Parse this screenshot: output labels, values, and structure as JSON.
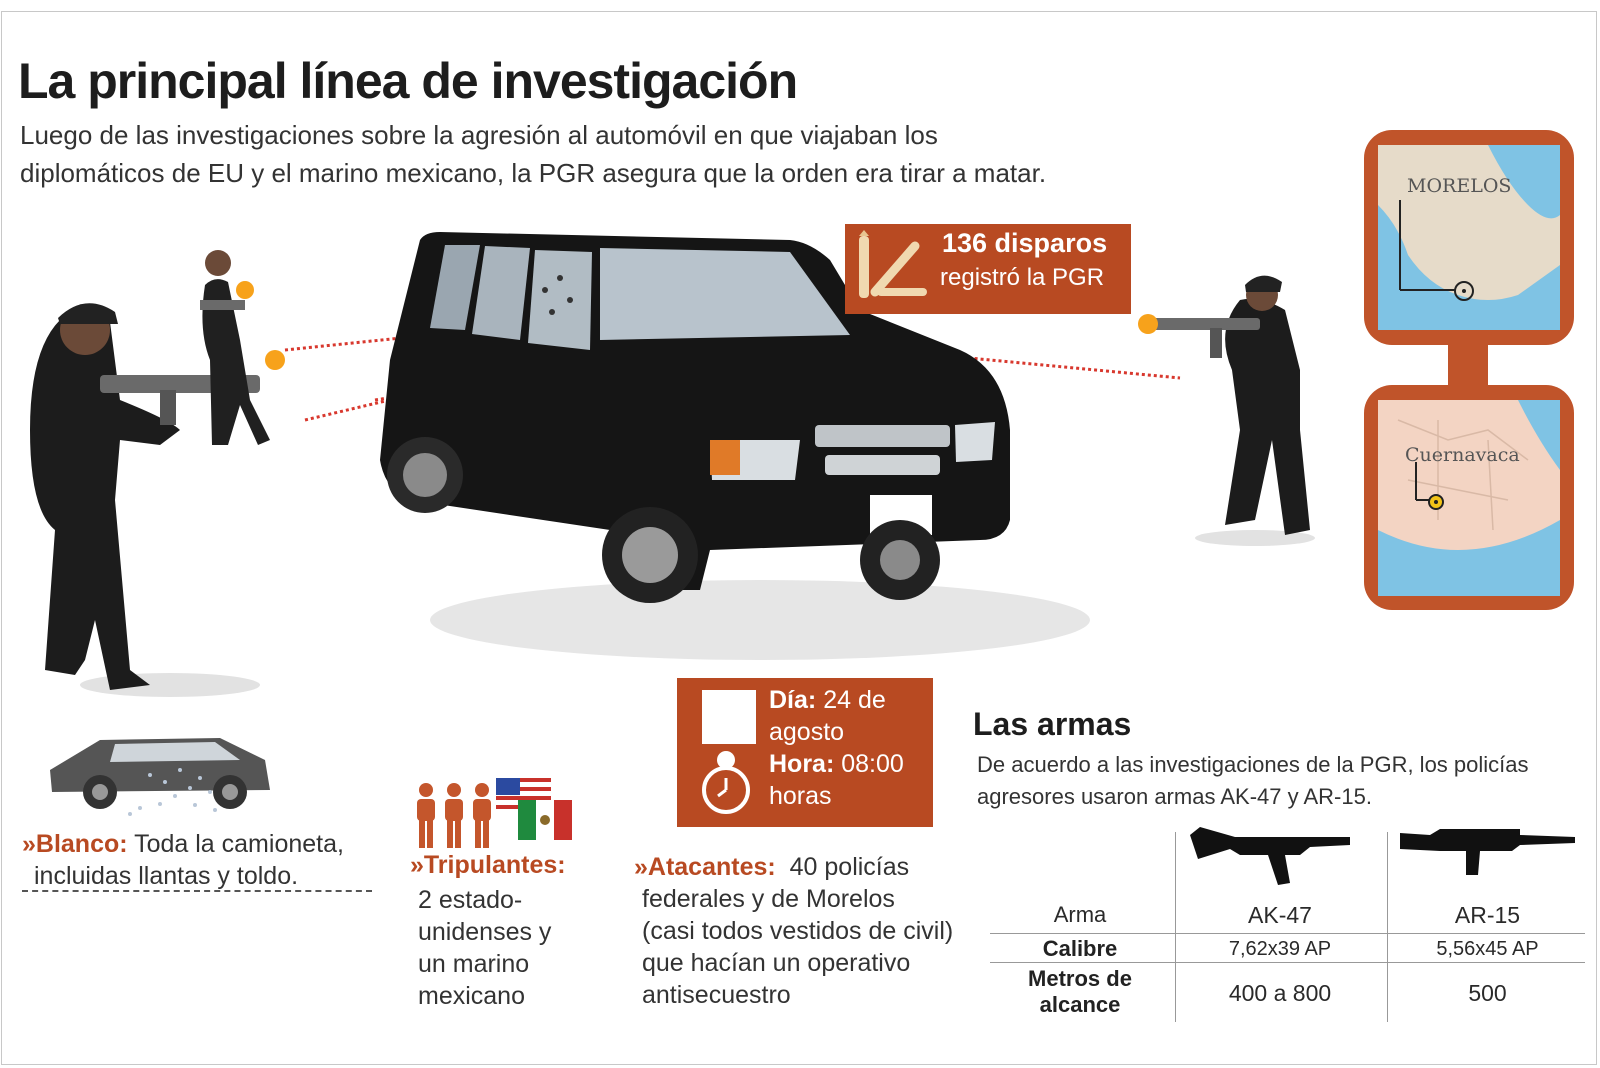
{
  "header": {
    "title": "La principal línea de investigación",
    "subtitle_line1": "Luego de las investigaciones sobre la agresión al automóvil en que viajaban los",
    "subtitle_line2": "diplomáticos de EU y el marino mexicano, la PGR asegura que la orden era tirar a matar."
  },
  "shots": {
    "count": "136 disparos",
    "label": "registró la PGR"
  },
  "maps": {
    "top_label": "MORELOS",
    "bottom_label": "Cuernavaca"
  },
  "when": {
    "day_label": "Día:",
    "day_value_1": "24 de",
    "day_value_2": "agosto",
    "hour_label": "Hora:",
    "hour_value_1": "08:00",
    "hour_value_2": "horas"
  },
  "blanco": {
    "label": "»Blanco:",
    "line1": "Toda la camioneta,",
    "line2": "incluidas llantas y toldo."
  },
  "tripulantes": {
    "label": "»Tripulantes:",
    "lines": [
      "2 estado-",
      "unidenses y",
      "un marino",
      "mexicano"
    ]
  },
  "atacantes": {
    "label": "»Atacantes:",
    "first": "40 policías",
    "lines": [
      "federales y de Morelos",
      "(casi todos vestidos de civil)",
      "que hacían un operativo",
      "antisecuestro"
    ]
  },
  "armas": {
    "title": "Las armas",
    "desc_line1": "De acuerdo a las investigaciones de la PGR, los policías",
    "desc_line2": "agresores usaron armas AK-47 y AR-15.",
    "table": {
      "row_labels": [
        "Arma",
        "Calibre",
        "Metros de",
        "alcance"
      ],
      "ak": {
        "name": "AK-47",
        "caliber": "7,62x39 AP",
        "range": "400 a 800"
      },
      "ar": {
        "name": "AR-15",
        "caliber": "5,56x45 AP",
        "range": "500"
      }
    }
  },
  "colors": {
    "accent": "#b84a22",
    "vehicle": "#151515",
    "map_water": "#7fc3e4",
    "map_land": "#e6dbc9",
    "trace": "#d8382e"
  }
}
